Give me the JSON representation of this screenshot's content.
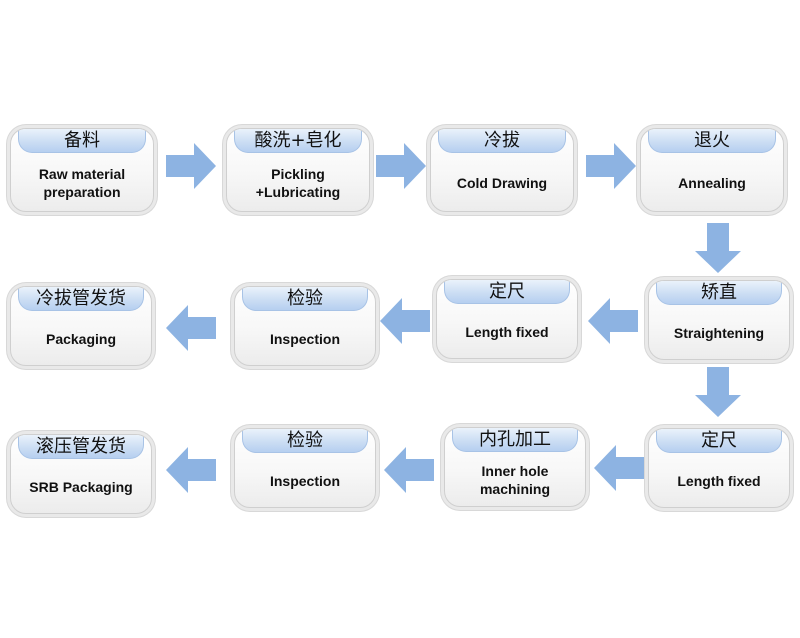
{
  "steps": [
    {
      "id": "raw-material-preparation",
      "cn": "备料",
      "en": "Raw material\npreparation"
    },
    {
      "id": "pickling-lubricating",
      "cn": "酸洗+皂化",
      "en": "Pickling\n+Lubricating"
    },
    {
      "id": "cold-drawing",
      "cn": "冷拔",
      "en": "Cold Drawing"
    },
    {
      "id": "annealing",
      "cn": "退火",
      "en": "Annealing"
    },
    {
      "id": "straightening",
      "cn": "矫直",
      "en": "Straightening"
    },
    {
      "id": "length-fixed-1",
      "cn": "定尺",
      "en": "Length fixed"
    },
    {
      "id": "inspection-1",
      "cn": "检验",
      "en": "Inspection"
    },
    {
      "id": "packaging",
      "cn": "冷拔管发货",
      "en": "Packaging"
    },
    {
      "id": "length-fixed-2",
      "cn": "定尺",
      "en": "Length fixed"
    },
    {
      "id": "inner-hole-machining",
      "cn": "内孔加工",
      "en": "Inner hole\nmachining"
    },
    {
      "id": "inspection-2",
      "cn": "检验",
      "en": "Inspection"
    },
    {
      "id": "srb-packaging",
      "cn": "滚压管发货",
      "en": "SRB Packaging"
    }
  ],
  "colors": {
    "arrow": "#8db3e2",
    "tab": "#c6dbf4",
    "box_border": "#cfcfcf"
  }
}
